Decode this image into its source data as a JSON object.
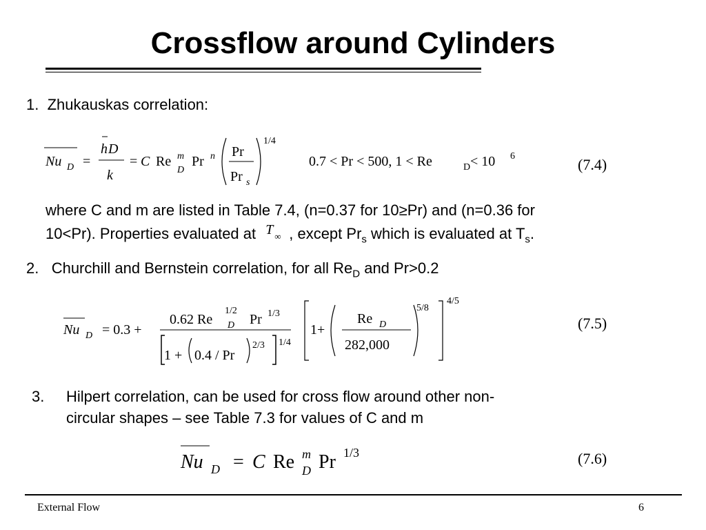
{
  "slide": {
    "title": "Crossflow around Cylinders",
    "item1": {
      "number": "1.",
      "text": "Zhukauskas correlation:"
    },
    "para1": {
      "line1": "where C and m are listed in Table 7.4, (n=0.37 for 10≥Pr) and (n=0.36 for",
      "line2_a": "10<Pr). Properties evaluated at ",
      "line2_b": ", except Pr",
      "line2_sub1": "s",
      "line2_c": " which is evaluated at T",
      "line2_sub2": "s",
      "line2_d": "."
    },
    "item2": {
      "number": "2.",
      "text_a": "Churchill and Bernstein correlation, for all Re",
      "sub": "D",
      "text_b": " and Pr>0.2"
    },
    "item3": {
      "number": "3.",
      "line1": "Hilpert correlation, can be used for cross flow around other non-",
      "line2": "circular shapes – see Table 7.3 for values of C and m"
    },
    "eq_numbers": {
      "eq1": "(7.4)",
      "eq2": "(7.5)",
      "eq3": "(7.6)"
    },
    "equations": {
      "eq1": {
        "nu": "Nu",
        "sub_d": "D",
        "eq": "=",
        "h": "h",
        "d": "D",
        "k": "k",
        "c": "C",
        "re": "Re",
        "m": "m",
        "pr": "Pr",
        "n": "n",
        "ratio_num": "Pr",
        "ratio_den": "Pr",
        "s": "s",
        "exp": "1/4",
        "range": "0.7 < Pr < 500, 1 < Re",
        "range_sub": "D",
        "range_end": " < 10",
        "range_exp": "6"
      },
      "eq2": {
        "nu": "Nu",
        "sub_d": "D",
        "lead": "= 0.3 +",
        "num_coef": "0.62 Re",
        "num_exp": "1/2",
        "num_sub": "D",
        "num_pr": "Pr",
        "num_pr_exp": "1/3",
        "den_a": "1 +",
        "den_b": "0.4 / Pr",
        "den_exp1": "2/3",
        "den_exp2": "1/4",
        "br_one": "1+",
        "frac_num": "Re",
        "frac_sub": "D",
        "frac_den": "282,000",
        "inner_exp": "5/8",
        "outer_exp": "4/5"
      },
      "eq3": {
        "nu": "Nu",
        "sub_d": "D",
        "eq": "=",
        "c": "C",
        "re": "Re",
        "m": "m",
        "sub_d2": "D",
        "pr": "Pr",
        "exp": "1/3"
      }
    },
    "tinf": {
      "t": "T",
      "sub": "∞"
    },
    "footer": {
      "left": "External Flow",
      "right": "6"
    }
  }
}
